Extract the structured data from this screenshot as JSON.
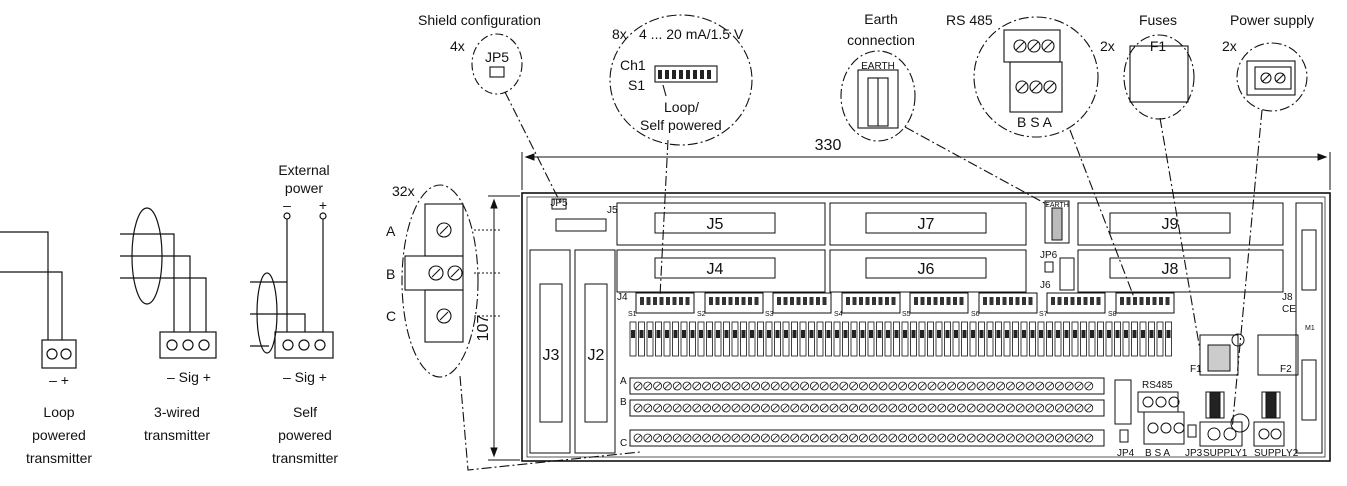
{
  "transmitters": [
    {
      "label_lines": [
        "Loop",
        "powered",
        "transmitter"
      ],
      "polarity": "–  +"
    },
    {
      "label_lines": [
        "3-wired",
        "transmitter"
      ],
      "polarity": "– Sig +"
    },
    {
      "label_lines": [
        "Self",
        "powered",
        "transmitter"
      ],
      "polarity": "– Sig +"
    }
  ],
  "external_power": {
    "lines": [
      "External",
      "power"
    ],
    "minus": "–",
    "plus": "+"
  },
  "callouts": {
    "terminal_block": {
      "count": "32x",
      "rows": [
        "A",
        "B",
        "C"
      ]
    },
    "shield": {
      "title": "Shield configuration",
      "count": "4x",
      "jumper": "JP5"
    },
    "dip": {
      "count": "8x",
      "range": "4 ... 20 mA/1.5 V",
      "ch": "Ch1",
      "s": "S1",
      "mode_lines": [
        "Loop/",
        "Self powered"
      ]
    },
    "earth": {
      "title_lines": [
        "Earth",
        "connection"
      ],
      "label": "EARTH"
    },
    "rs485": {
      "title": "RS 485",
      "pins": "B  S  A"
    },
    "fuses": {
      "title": "Fuses",
      "count": "2x",
      "label": "F1"
    },
    "power": {
      "title": "Power supply",
      "count": "2x"
    }
  },
  "dimensions": {
    "width": "330",
    "height": "107"
  },
  "board": {
    "connectors": [
      "J5",
      "J7",
      "J9",
      "J4",
      "J6",
      "J8",
      "J3",
      "J2"
    ],
    "small_labels": {
      "jp5": "JP5",
      "j5": "J5",
      "jp6": "JP6",
      "j6": "J6",
      "j8": "J8",
      "j4": "J4",
      "earth": "EARTH",
      "rs485": "RS485",
      "bsa": "B  S  A",
      "jp4": "JP4",
      "jp3": "JP3",
      "supply1": "SUPPLY1",
      "supply2": "SUPPLY2",
      "f1": "F1",
      "f2": "F2",
      "row_a": "A",
      "row_b": "B",
      "row_c": "C",
      "ce": "CE",
      "m1": "M1"
    },
    "dip_switch_labels": [
      "S1",
      "S2",
      "S3",
      "S4",
      "S5",
      "S6",
      "S7",
      "S8"
    ],
    "terminal_screw_count": 32
  }
}
